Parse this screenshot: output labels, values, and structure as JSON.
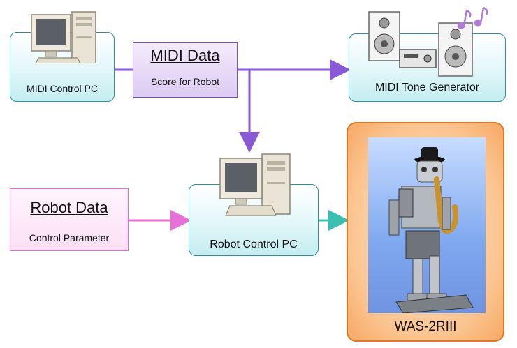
{
  "midi_pc": {
    "label": "MIDI Control PC"
  },
  "midi_data": {
    "title": "MIDI Data",
    "subtitle": "Score for Robot"
  },
  "tone_generator": {
    "label": "MIDI Tone Generator"
  },
  "robot_data": {
    "title": "Robot Data",
    "subtitle": "Control Parameter"
  },
  "robot_pc": {
    "label": "Robot Control PC"
  },
  "robot": {
    "label": "WAS-2RIII"
  },
  "colors": {
    "midi_arrow": "#8a5ad6",
    "robot_data_arrow": "#e76fd8",
    "output_arrow": "#3bbfb0",
    "teal_border": "#2e8f99",
    "orange_border": "#e07820"
  },
  "icons": [
    "desktop-computer-icon",
    "speaker-icon",
    "amplifier-icon",
    "music-notes-icon",
    "robot-photo"
  ]
}
